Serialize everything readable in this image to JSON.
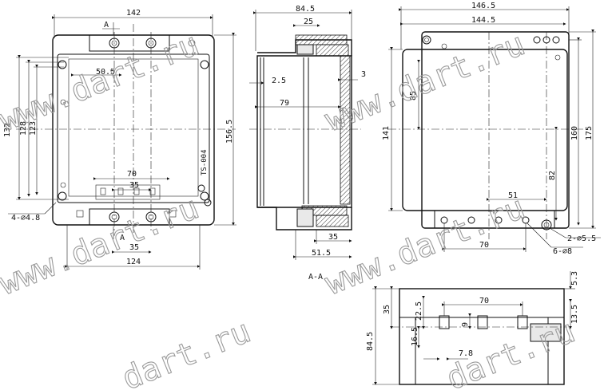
{
  "watermark": {
    "text_1": "www.dart.ru",
    "text_2": "www.dart.ru",
    "text_3": "www.dart.ru",
    "text_4": "www.dart.ru",
    "text_5": "dart.ru",
    "text_6": "dart.ru"
  },
  "front_view": {
    "dim_width_top": "142",
    "dim_width_bottom": "124",
    "dim_height_outer": "156.5",
    "dim_height_132": "132",
    "dim_height_128": "128",
    "dim_height_123": "123",
    "dim_50_5": "50.5",
    "dim_70": "70",
    "dim_35_mid": "35",
    "dim_35_bottom": "35",
    "hole_spec": "4-∅4.8",
    "section_mark_top": "A",
    "section_mark_bottom": "A",
    "part_code": "TS-004"
  },
  "section_view": {
    "dim_84_5": "84.5",
    "dim_25": "25",
    "dim_2_5": "2.5",
    "dim_3": "3",
    "dim_79": "79",
    "dim_35": "35",
    "dim_51_5": "51.5",
    "label": "A-A"
  },
  "back_view": {
    "dim_146_5": "146.5",
    "dim_144_5": "144.5",
    "dim_141": "141",
    "dim_160": "160",
    "dim_175": "175",
    "dim_82": "82",
    "dim_51": "51",
    "dim_70": "70",
    "dim_85": "85",
    "hole_spec_2": "2-∅5.5",
    "hole_spec_6": "6-∅8"
  },
  "side_view": {
    "dim_84_5": "84.5",
    "dim_35": "35",
    "dim_22_5": "22.5",
    "dim_16_5": "16.5",
    "dim_9": "9",
    "dim_70": "70",
    "dim_7_8": "7.8",
    "dim_5_3": "5.3",
    "dim_13_5": "13.5"
  }
}
